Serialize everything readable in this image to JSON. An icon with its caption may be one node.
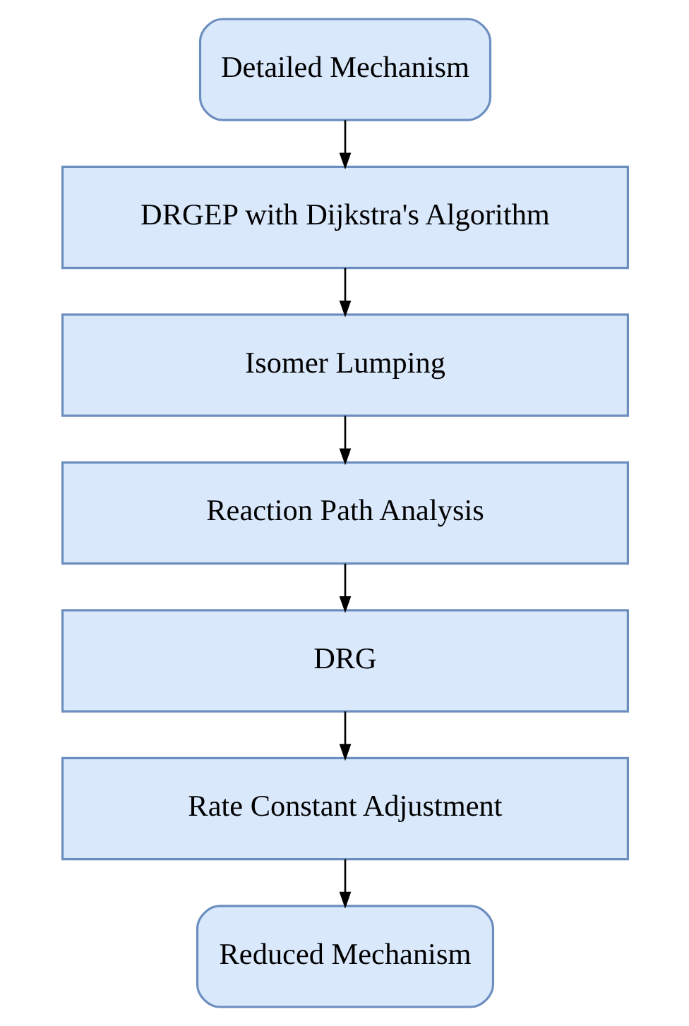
{
  "diagram": {
    "nodes": [
      {
        "text": [
          "Detailed Mechanism"
        ]
      },
      {
        "text": [
          "DRGEP with Dijkstra's Algorithm"
        ]
      },
      {
        "text": [
          "Isomer Lumping"
        ]
      },
      {
        "text": [
          "Reaction Path Analysis"
        ]
      },
      {
        "text": [
          "DRG"
        ]
      },
      {
        "text": [
          "Rate Constant Adjustment"
        ]
      },
      {
        "text": [
          "Reduced Mechanism"
        ]
      }
    ],
    "edges": [
      {
        "from": 0,
        "to": 1,
        "arrow": "to"
      },
      {
        "from": 1,
        "to": 2,
        "arrow": "to"
      },
      {
        "from": 2,
        "to": 3,
        "arrow": "to"
      },
      {
        "from": 3,
        "to": 4,
        "arrow": "to"
      },
      {
        "from": 4,
        "to": 5,
        "arrow": "to"
      },
      {
        "from": 5,
        "to": 6,
        "arrow": "to"
      }
    ]
  }
}
